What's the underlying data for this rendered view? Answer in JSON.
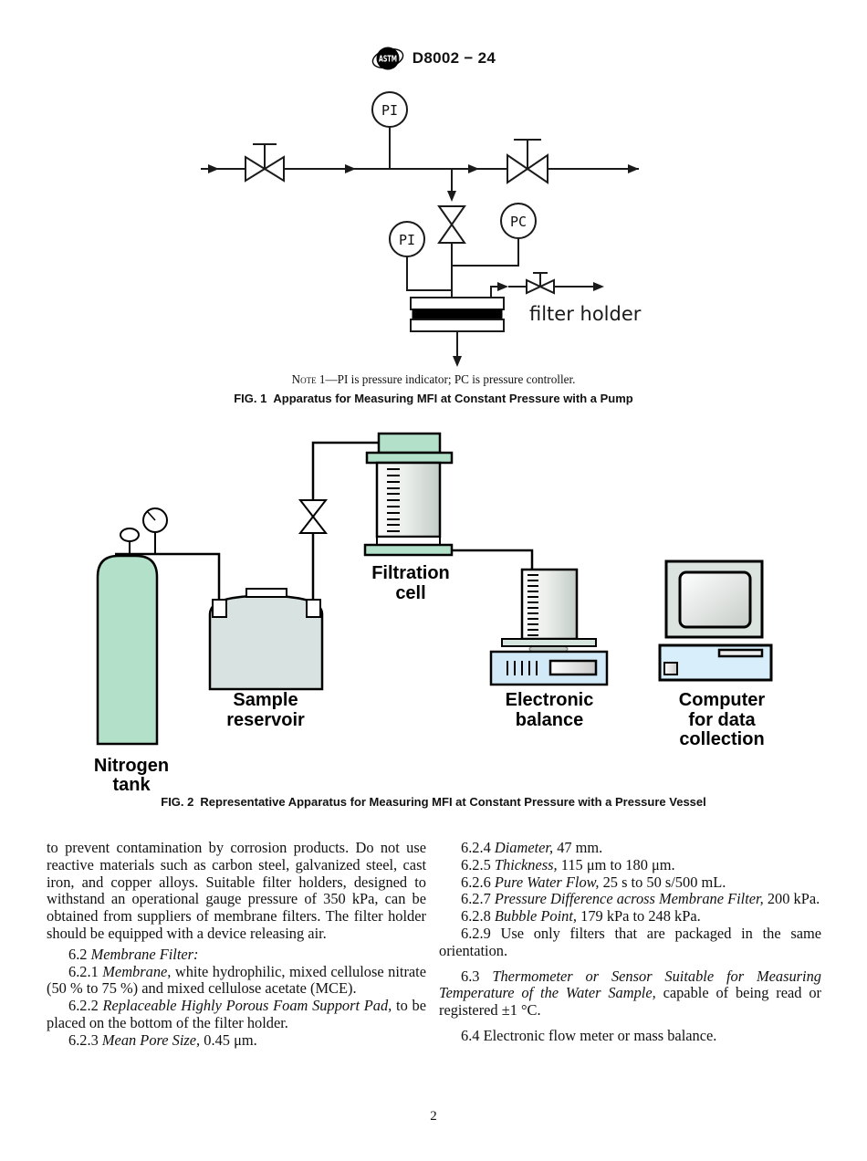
{
  "header": {
    "designation": "D8002 − 24",
    "logo_text": "ASTM"
  },
  "figure1": {
    "gauge_top": "PI",
    "gauge_left": "PI",
    "controller": "PC",
    "filter_holder_label": "filter holder",
    "note_label": "Note 1—",
    "note_text": "PI is pressure indicator; PC is pressure controller.",
    "caption_label": "FIG. 1",
    "caption_text": "Apparatus for Measuring MFI at Constant Pressure with a Pump"
  },
  "figure2": {
    "caption_label": "FIG. 2",
    "caption_text": "Representative Apparatus for Measuring MFI at Constant Pressure with a Pressure Vessel",
    "labels": {
      "filtration_1": "Filtration",
      "filtration_2": "cell",
      "sample_1": "Sample",
      "sample_2": "reservoir",
      "nitrogen_1": "Nitrogen",
      "nitrogen_2": "tank",
      "balance_1": "Electronic",
      "balance_2": "balance",
      "computer_1": "Computer",
      "computer_2": "for data",
      "computer_3": "collection"
    },
    "colors": {
      "green": "#b2e0c8",
      "reservoir_gray": "#d8e2e0",
      "device_blue": "#d2eaf8",
      "monitor_gray": "#dce4e0",
      "plate_green": "#d6e6de"
    }
  },
  "body": {
    "left": {
      "p1": "to prevent contamination by corrosion products. Do not use reactive materials such as carbon steel, galvanized steel, cast iron, and copper alloys. Suitable filter holders, designed to withstand an operational gauge pressure of 350 kPa, can be obtained from suppliers of membrane filters. The filter holder should be equipped with a device releasing air.",
      "s62_num": "6.2",
      "s62_it": "Membrane Filter:",
      "s621_num": "6.2.1",
      "s621_it": "Membrane,",
      "s621_rest": "white hydrophilic, mixed cellulose nitrate (50 % to 75 %) and mixed cellulose acetate (MCE).",
      "s622_num": "6.2.2",
      "s622_it": "Replaceable Highly Porous Foam Support Pad,",
      "s622_rest": "to be placed on the bottom of the filter holder.",
      "s623_num": "6.2.3",
      "s623_it": "Mean Pore Size,",
      "s623_rest": "0.45 μm."
    },
    "right": {
      "s624_num": "6.2.4",
      "s624_it": "Diameter,",
      "s624_rest": "47 mm.",
      "s625_num": "6.2.5",
      "s625_it": "Thickness,",
      "s625_rest": "115 μm to 180 μm.",
      "s626_num": "6.2.6",
      "s626_it": "Pure Water Flow,",
      "s626_rest": "25 s to 50 s/500 mL.",
      "s627_num": "6.2.7",
      "s627_it": "Pressure Difference across Membrane Filter,",
      "s627_rest": "200 kPa.",
      "s628_num": "6.2.8",
      "s628_it": "Bubble Point,",
      "s628_rest": "179 kPa to 248 kPa.",
      "s629_num": "6.2.9",
      "s629_rest": "Use only filters that are packaged in the same orientation.",
      "s63_num": "6.3",
      "s63_it": "Thermometer or Sensor Suitable for Measuring Temperature of the Water Sample,",
      "s63_rest": "capable of being read or registered ±1 °C.",
      "s64_num": "6.4",
      "s64_rest": "Electronic flow meter or mass balance."
    }
  },
  "footer": {
    "page_number": "2"
  }
}
